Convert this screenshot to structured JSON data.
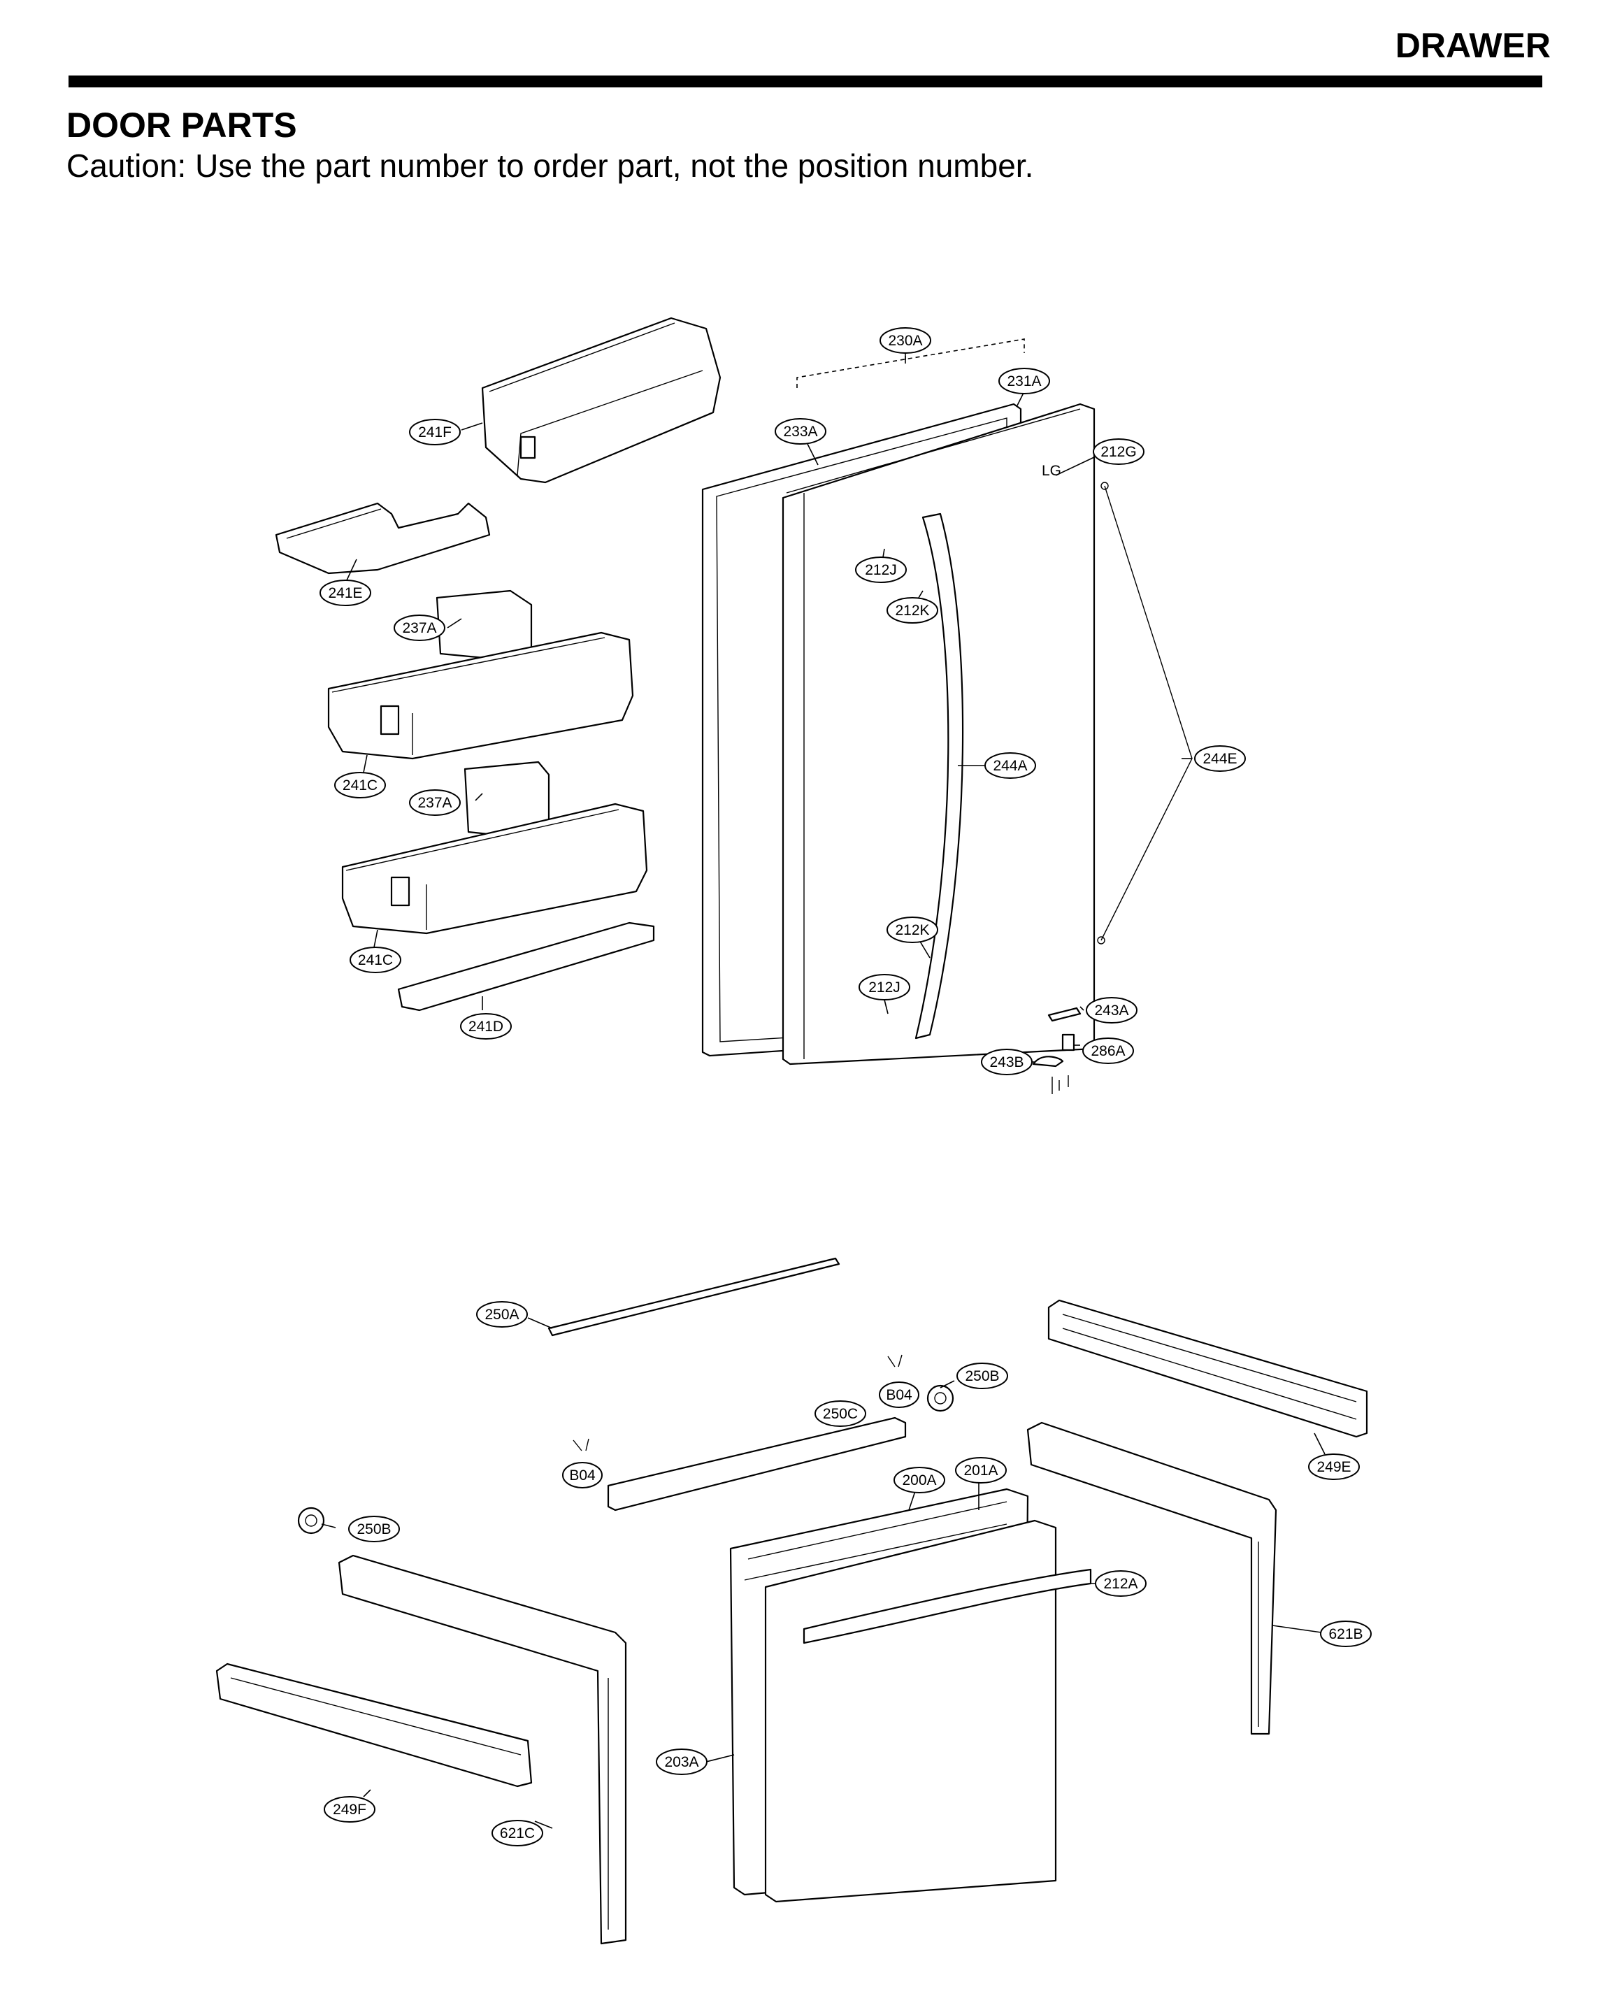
{
  "header": {
    "section": "DRAWER",
    "title": "DOOR PARTS",
    "caution": "Caution: Use the part number to order part, not the position number."
  },
  "callouts": [
    {
      "id": "230A"
    },
    {
      "id": "231A"
    },
    {
      "id": "233A"
    },
    {
      "id": "212G"
    },
    {
      "id": "241F"
    },
    {
      "id": "241E"
    },
    {
      "id": "212J"
    },
    {
      "id": "212K"
    },
    {
      "id": "237A"
    },
    {
      "id": "244E"
    },
    {
      "id": "244A"
    },
    {
      "id": "241C"
    },
    {
      "id": "237A"
    },
    {
      "id": "241C"
    },
    {
      "id": "212K"
    },
    {
      "id": "212J"
    },
    {
      "id": "241D"
    },
    {
      "id": "243A"
    },
    {
      "id": "286A"
    },
    {
      "id": "243B"
    },
    {
      "id": "250A"
    },
    {
      "id": "B04"
    },
    {
      "id": "250B"
    },
    {
      "id": "250C"
    },
    {
      "id": "B04"
    },
    {
      "id": "249E"
    },
    {
      "id": "200A"
    },
    {
      "id": "201A"
    },
    {
      "id": "250B"
    },
    {
      "id": "212A"
    },
    {
      "id": "621B"
    },
    {
      "id": "203A"
    },
    {
      "id": "249F"
    },
    {
      "id": "621C"
    }
  ]
}
